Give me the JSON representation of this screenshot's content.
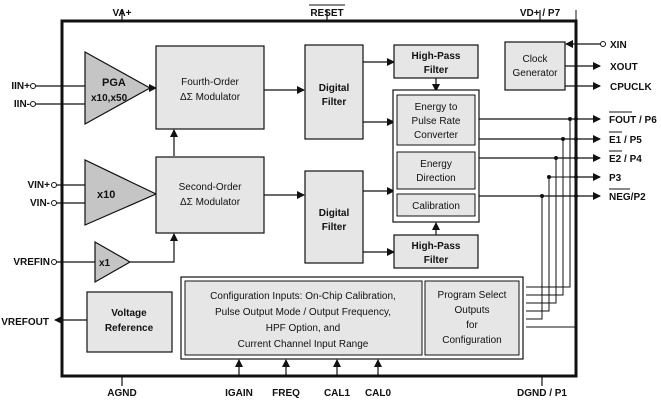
{
  "pins": {
    "top": {
      "va_plus": "VA+",
      "reset": "RESET",
      "vd_plus": "VD+ / P7"
    },
    "left": {
      "iin_plus": "IIN+",
      "iin_minus": "IIN-",
      "vin_plus": "VIN+",
      "vin_minus": "VIN-",
      "vrefin": "VREFIN",
      "vrefout": "VREFOUT"
    },
    "right": {
      "xin": "XIN",
      "xout": "XOUT",
      "cpuclk": "CPUCLK",
      "fout": "FOUT / P6",
      "e1": "E1 / P5",
      "e2": "E2 / P4",
      "p3": "P3",
      "neg": "NEG/P2"
    },
    "bottom": {
      "agnd": "AGND",
      "igain": "IGAIN",
      "freq": "FREQ",
      "cal1": "CAL1",
      "cal0": "CAL0",
      "dgnd": "DGND / P1"
    }
  },
  "blocks": {
    "pga": {
      "line1": "PGA",
      "line2": "x10,x50"
    },
    "amp_x10": "x10",
    "amp_x1": "x1",
    "mod4": {
      "line1": "Fourth-Order",
      "line2": "ΔΣ Modulator"
    },
    "mod2": {
      "line1": "Second-Order",
      "line2": "ΔΣ Modulator"
    },
    "dfilter": {
      "line1": "Digital",
      "line2": "Filter"
    },
    "hpf": {
      "line1": "High-Pass",
      "line2": "Filter"
    },
    "clock": {
      "line1": "Clock",
      "line2": "Generator"
    },
    "epr": {
      "line1": "Energy to",
      "line2": "Pulse Rate",
      "line3": "Converter"
    },
    "edir": {
      "line1": "Energy",
      "line2": "Direction"
    },
    "calib": "Calibration",
    "vref": {
      "line1": "Voltage",
      "line2": "Reference"
    },
    "config": {
      "line1": "Configuration Inputs: On-Chip Calibration,",
      "line2": "Pulse Output Mode / Output Frequency,",
      "line3": "HPF Option, and",
      "line4": "Current Channel Input Range"
    },
    "progsel": {
      "line1": "Program Select",
      "line2": "Outputs",
      "line3": "for",
      "line4": "Configuration"
    }
  }
}
